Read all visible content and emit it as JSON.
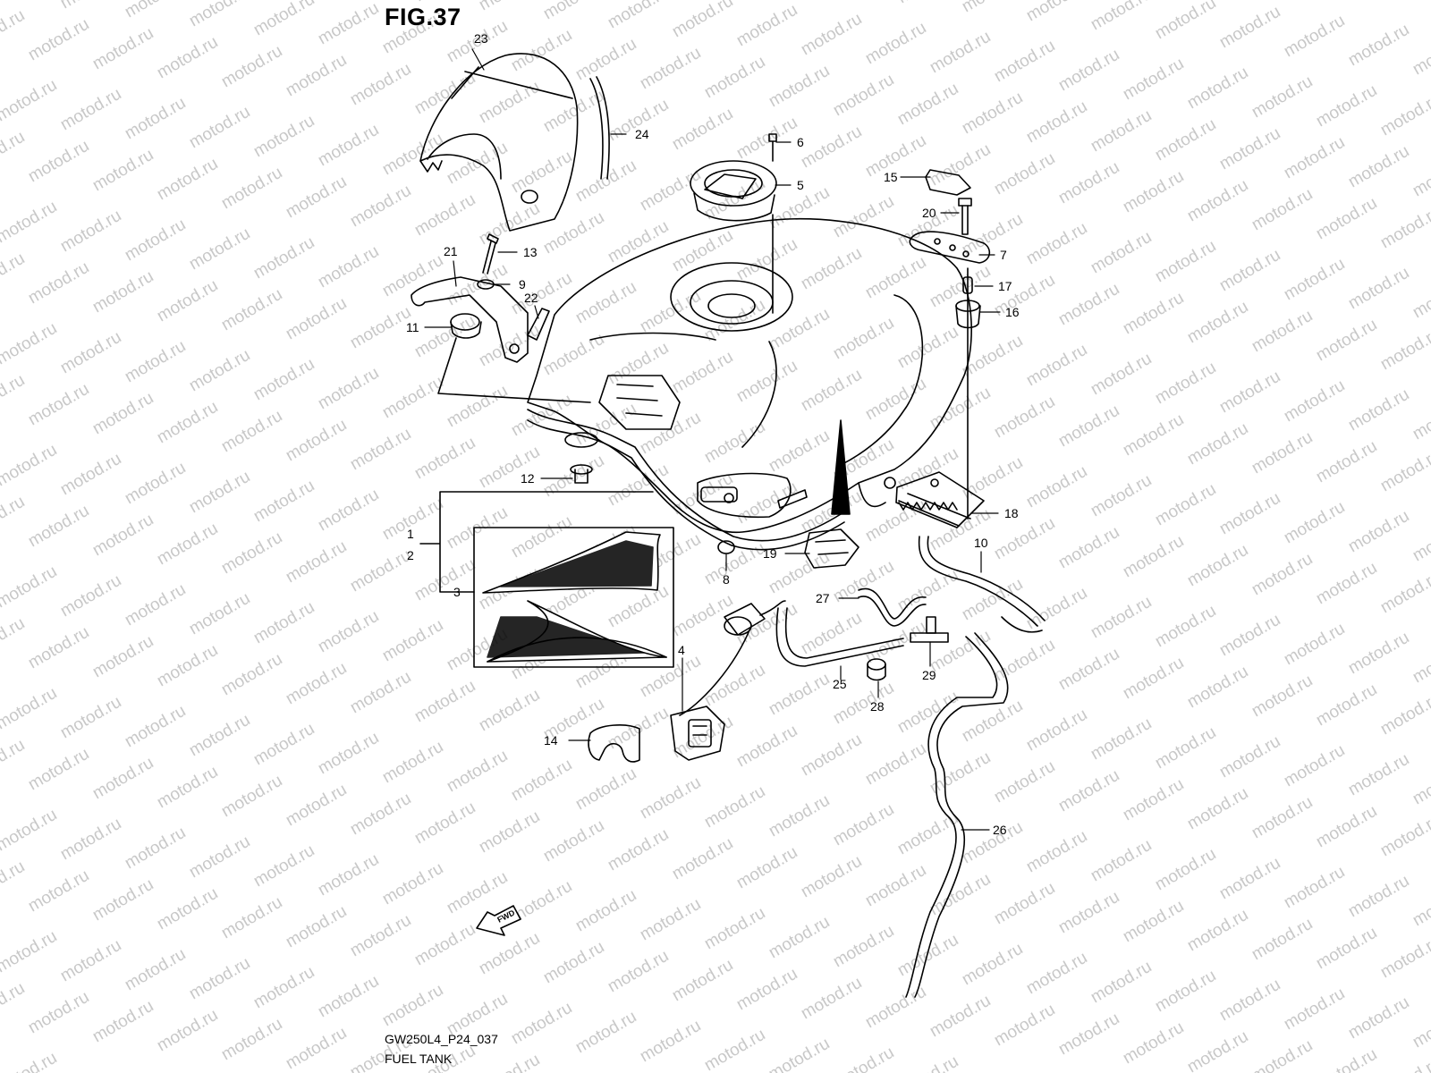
{
  "figure": {
    "title": "FIG.37",
    "code": "GW250L4_P24_037",
    "name": "FUEL TANK"
  },
  "watermark": {
    "text": "motod.ru",
    "color": "#c8c8c8"
  },
  "fwd_arrow": {
    "text": "FWD"
  },
  "callouts": [
    {
      "id": "1",
      "label": "1"
    },
    {
      "id": "2",
      "label": "2"
    },
    {
      "id": "3",
      "label": "3"
    },
    {
      "id": "4",
      "label": "4"
    },
    {
      "id": "5",
      "label": "5"
    },
    {
      "id": "6",
      "label": "6"
    },
    {
      "id": "7",
      "label": "7"
    },
    {
      "id": "8",
      "label": "8"
    },
    {
      "id": "9",
      "label": "9"
    },
    {
      "id": "10",
      "label": "10"
    },
    {
      "id": "11",
      "label": "11"
    },
    {
      "id": "12",
      "label": "12"
    },
    {
      "id": "13",
      "label": "13"
    },
    {
      "id": "14",
      "label": "14"
    },
    {
      "id": "15",
      "label": "15"
    },
    {
      "id": "16",
      "label": "16"
    },
    {
      "id": "17",
      "label": "17"
    },
    {
      "id": "18",
      "label": "18"
    },
    {
      "id": "19",
      "label": "19"
    },
    {
      "id": "20",
      "label": "20"
    },
    {
      "id": "21",
      "label": "21"
    },
    {
      "id": "22",
      "label": "22"
    },
    {
      "id": "23",
      "label": "23"
    },
    {
      "id": "24",
      "label": "24"
    },
    {
      "id": "25",
      "label": "25"
    },
    {
      "id": "26",
      "label": "26"
    },
    {
      "id": "27",
      "label": "27"
    },
    {
      "id": "28",
      "label": "28"
    },
    {
      "id": "29",
      "label": "29"
    }
  ]
}
